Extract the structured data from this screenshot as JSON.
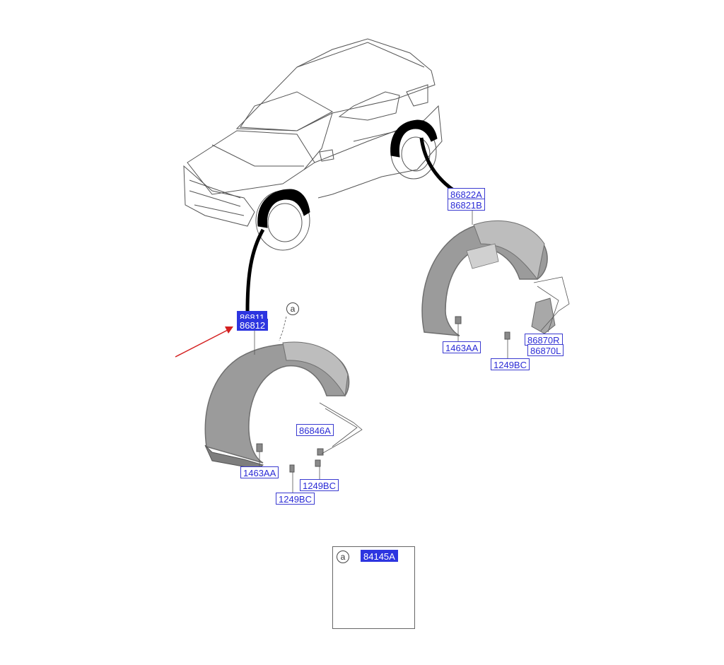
{
  "diagram": {
    "front_liner": {
      "part_numbers": [
        "86811",
        "86812"
      ],
      "fasteners": [
        "86846A",
        "1463AA",
        "1249BC",
        "1249BC"
      ]
    },
    "rear_liner": {
      "part_numbers": [
        "86822A",
        "86821B"
      ],
      "fasteners": [
        "1463AA",
        "1249BC",
        "86870R",
        "86870L"
      ]
    },
    "callout": "a",
    "detail": {
      "callout": "a",
      "part_number": "84145A"
    },
    "colors": {
      "label_text": "#2b2bd6",
      "label_border": "#3a3ad0",
      "selected_fill": "#2d35e0",
      "pointer_arrow": "#d42020",
      "part_fill": "#9b9b9b"
    }
  }
}
